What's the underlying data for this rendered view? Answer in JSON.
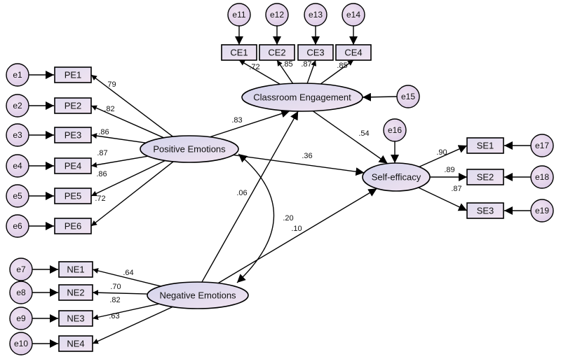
{
  "latents": {
    "positive_emotions": "Positive Emotions",
    "negative_emotions": "Negative Emotions",
    "classroom_engagement": "Classroom Engagement",
    "self_efficacy": "Self-efficacy"
  },
  "observed": {
    "pe": [
      "PE1",
      "PE2",
      "PE3",
      "PE4",
      "PE5",
      "PE6"
    ],
    "ne": [
      "NE1",
      "NE2",
      "NE3",
      "NE4"
    ],
    "ce": [
      "CE1",
      "CE2",
      "CE3",
      "CE4"
    ],
    "se": [
      "SE1",
      "SE2",
      "SE3"
    ]
  },
  "errors": {
    "pe": [
      "e1",
      "e2",
      "e3",
      "e4",
      "e5",
      "e6"
    ],
    "ne": [
      "e7",
      "e8",
      "e9",
      "e10"
    ],
    "ce": [
      "e11",
      "e12",
      "e13",
      "e14"
    ],
    "se": [
      "e17",
      "e18",
      "e19"
    ],
    "ce_latent": "e15",
    "se_latent": "e16"
  },
  "loadings": {
    "pe": [
      ".79",
      ".82",
      ".86",
      ".87",
      ".86",
      ".72"
    ],
    "ne": [
      ".64",
      ".70",
      ".82",
      ".63"
    ],
    "ce": [
      ".72",
      ".85",
      ".87",
      ".85"
    ],
    "se": [
      ".90",
      ".89",
      ".87"
    ]
  },
  "paths": {
    "pe_to_ce": ".83",
    "pe_to_se": ".36",
    "ne_to_ce": ".06",
    "ne_to_se": ".10",
    "ce_to_se": ".54",
    "pe_ne_cov": ".20"
  },
  "colors": {
    "latent_fill_start": "#d9d6ec",
    "latent_fill_end": "#efe4f1",
    "box_fill": "#e6e2f2",
    "error_fill": "#e6d6ec",
    "line": "#000000"
  }
}
